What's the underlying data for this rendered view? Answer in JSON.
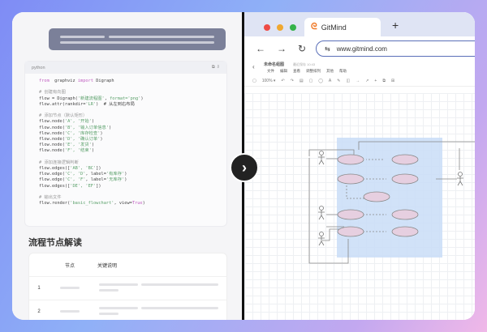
{
  "left": {
    "code": {
      "language": "python",
      "lines": [
        [
          [
            "kw",
            "from"
          ],
          [
            "",
            "  graphviz "
          ],
          [
            "kw",
            "import"
          ],
          [
            "",
            " Digraph"
          ]
        ],
        [],
        [
          [
            "cm",
            "# 创建有向图"
          ]
        ],
        [
          [
            "",
            "flow = Digraph("
          ],
          [
            "st",
            "'新建流程图'"
          ],
          [
            "",
            ", "
          ],
          [
            "st",
            "format='png'"
          ],
          [
            "",
            ")"
          ]
        ],
        [
          [
            "",
            "flow.attr(rankdir="
          ],
          [
            "st",
            "'LR'"
          ],
          [
            "",
            ")  # 从左到右布局"
          ]
        ],
        [],
        [
          [
            "cm",
            "# 添加节点（默认矩形）"
          ]
        ],
        [
          [
            "",
            "flow.node("
          ],
          [
            "st",
            "'A', '开始'"
          ],
          [
            "",
            ")"
          ]
        ],
        [
          [
            "",
            "flow.node("
          ],
          [
            "st",
            "'B', '输入订单信息'"
          ],
          [
            "",
            ")"
          ]
        ],
        [
          [
            "",
            "flow.node("
          ],
          [
            "st",
            "'C', '库存检查'"
          ],
          [
            "",
            ")"
          ]
        ],
        [
          [
            "",
            "flow.node("
          ],
          [
            "st",
            "'D', '确认订单'"
          ],
          [
            "",
            ")"
          ]
        ],
        [
          [
            "",
            "flow.node("
          ],
          [
            "st",
            "'E', '发货'"
          ],
          [
            "",
            ")"
          ]
        ],
        [
          [
            "",
            "flow.node("
          ],
          [
            "st",
            "'F', '结束'"
          ],
          [
            "",
            ")"
          ]
        ],
        [],
        [
          [
            "cm",
            "# 添加连接逻辑判断"
          ]
        ],
        [
          [
            "",
            "flow.edges(["
          ],
          [
            "st",
            "'AB', 'BC'"
          ],
          [
            "",
            "])"
          ]
        ],
        [
          [
            "",
            "flow.edge("
          ],
          [
            "st",
            "'C', 'D'"
          ],
          [
            "",
            ", label="
          ],
          [
            "st",
            "'有库存'"
          ],
          [
            "",
            ")"
          ]
        ],
        [
          [
            "",
            "flow.edge("
          ],
          [
            "st",
            "'C', 'F'"
          ],
          [
            "",
            ", label="
          ],
          [
            "st",
            "'无库存'"
          ],
          [
            "",
            ")"
          ]
        ],
        [
          [
            "",
            "flow.edges(["
          ],
          [
            "st",
            "'DE', 'EF'"
          ],
          [
            "",
            "])"
          ]
        ],
        [],
        [
          [
            "cm",
            "# 输出文件"
          ]
        ],
        [
          [
            "",
            "flow.render("
          ],
          [
            "st",
            "'basic_flowchart'"
          ],
          [
            "",
            ", view="
          ],
          [
            "kw",
            "True"
          ],
          [
            "",
            ")"
          ]
        ]
      ]
    },
    "section_title": "流程节点解读",
    "table": {
      "headers": [
        "节点",
        "关键说明"
      ],
      "rows": [
        "1",
        "2"
      ]
    }
  },
  "browser": {
    "tab_title": "GitMind",
    "url": "www.gitmind.com",
    "doc_title": "未命名组图",
    "save_status": "最近保存 10:43",
    "menu": [
      "文件",
      "编辑",
      "查看",
      "调整排列",
      "其他",
      "帮助"
    ],
    "zoom": "100%"
  }
}
